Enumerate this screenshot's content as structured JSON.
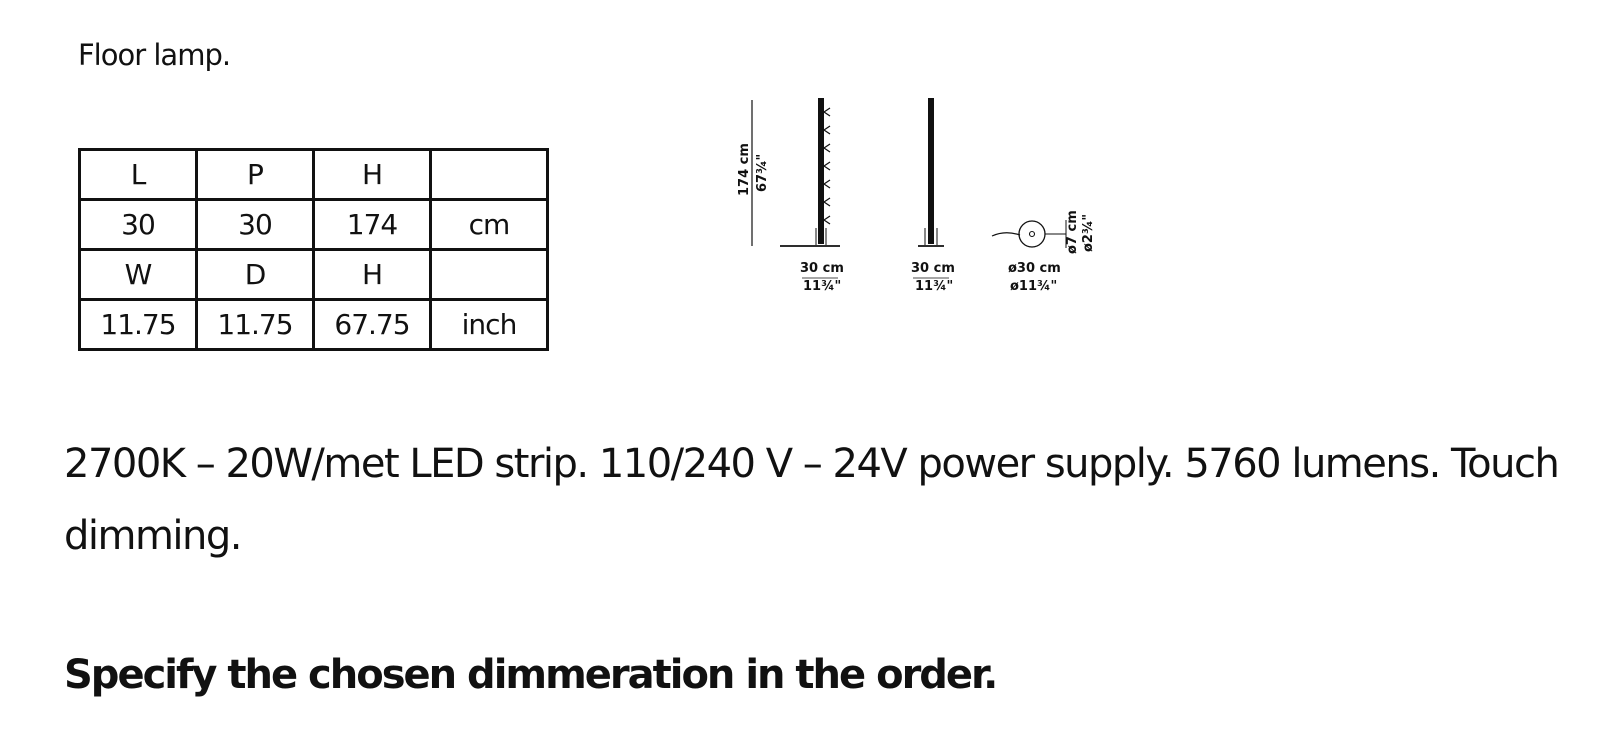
{
  "subtitle": "Floor lamp.",
  "dimension_table": {
    "rows": [
      [
        "L",
        "P",
        "H",
        ""
      ],
      [
        "30",
        "30",
        "174",
        "cm"
      ],
      [
        "W",
        "D",
        "H",
        ""
      ],
      [
        "11.75",
        "11.75",
        "67.75",
        "inch"
      ]
    ]
  },
  "drawing": {
    "height_cm": "174 cm",
    "height_in": "67¾\"",
    "front_width_cm": "30 cm",
    "front_width_in": "11¾\"",
    "side_width_cm": "30 cm",
    "side_width_in": "11¾\"",
    "base_diameter_cm": "ø30 cm",
    "base_diameter_in": "ø11¾\"",
    "tube_diameter_cm": "ø7 cm",
    "tube_diameter_in": "ø2¾\""
  },
  "description": "2700K – 20W/met LED strip. 110/240 V – 24V power supply. 5760 lumens. Touch dimming.",
  "note": "Specify the chosen dimmeration in the order."
}
